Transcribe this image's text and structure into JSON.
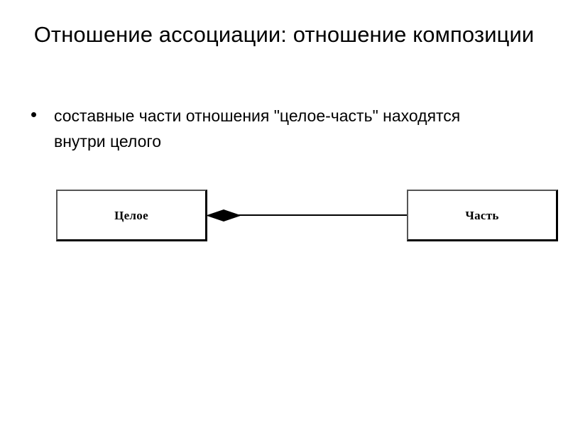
{
  "slide": {
    "title": "Отношение ассоциации: отношение композиции",
    "background_color": "#ffffff",
    "text_color": "#000000"
  },
  "body": {
    "bullets": [
      {
        "marker": "bullet-dot",
        "text": "составные части отношения \"целое-часть\" находятся внутри целого"
      }
    ]
  },
  "diagram": {
    "type": "uml-composition",
    "nodes": [
      {
        "id": "whole",
        "label": "Целое",
        "role": "composite-whole"
      },
      {
        "id": "part",
        "label": "Часть",
        "role": "component-part"
      }
    ],
    "relationship": {
      "kind": "composition",
      "symbol": "filled-diamond",
      "symbol_color": "#000000",
      "from": "whole",
      "to": "part",
      "line_color": "#000000"
    },
    "style": {
      "node_fill": "#ffffff",
      "node_border_light": "#555555",
      "node_border_dark": "#000000"
    }
  }
}
